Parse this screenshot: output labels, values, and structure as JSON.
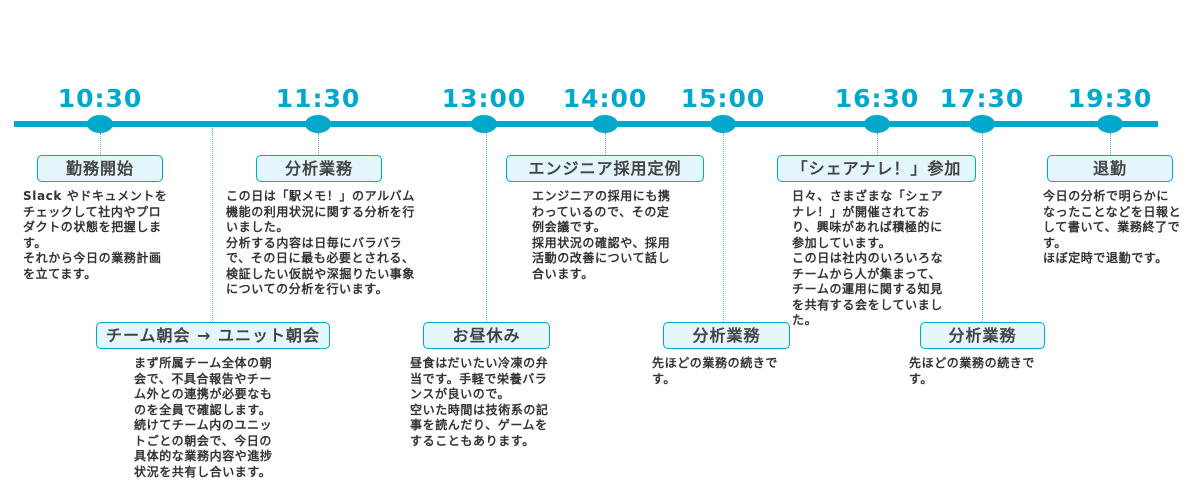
{
  "colors": {
    "accent": "#00a9cc",
    "box_fill": "#e3f6fc",
    "text": "#333333"
  },
  "times": [
    "10:30",
    "11:30",
    "13:00",
    "14:00",
    "15:00",
    "16:30",
    "17:30",
    "19:30"
  ],
  "events": [
    {
      "title": "勤務開始",
      "text": "Slack やドキュメントを\nチェックして社内やプロ\nダクトの状態を把握しま\nす。\nそれから今日の業務計画\nを立てます。"
    },
    {
      "title": "チーム朝会 → ユニット朝会",
      "text": "まず所属チーム全体の朝\n会で、不具合報告やチー\nム外との連携が必要なも\nのを全員で確認します。\n続けてチーム内のユニッ\nトごとの朝会で、今日の\n具体的な業務内容や進捗\n状況を共有し合います。"
    },
    {
      "title": "分析業務",
      "text": "この日は「駅メモ！」のアルバム\n機能の利用状況に関する分析を行\nいました。\n分析する内容は日毎にバラバラ\nで、その日に最も必要とされる、\n検証したい仮説や深掘りたい事象\nについての分析を行います。"
    },
    {
      "title": "お昼休み",
      "text": "昼食はだいたい冷凍の弁\n当です。手軽で栄養バラ\nンスが良いので。\n空いた時間は技術系の記\n事を読んだり、ゲームを\nすることもあります。"
    },
    {
      "title": "エンジニア採用定例",
      "text": "エンジニアの採用にも携\nわっているので、その定\n例会議です。\n採用状況の確認や、採用\n活動の改善について話し\n合います。"
    },
    {
      "title": "分析業務",
      "text": "先ほどの業務の続きで\nす。"
    },
    {
      "title": "「シェアナレ！」参加",
      "text": "日々、さまざまな「シェア\nナレ！」が開催されてお\nり、興味があれば積極的に\n参加しています。\nこの日は社内のいろいろな\nチームから人が集まって、\nチームの運用に関する知見\nを共有する会をしていまし\nた。"
    },
    {
      "title": "分析業務",
      "text": "先ほどの業務の続きで\nす。"
    },
    {
      "title": "退勤",
      "text": "今日の分析で明らかに\nなったことなどを日報と\nして書いて、業務終了で\nす。\nほぼ定時で退勤です。"
    }
  ]
}
